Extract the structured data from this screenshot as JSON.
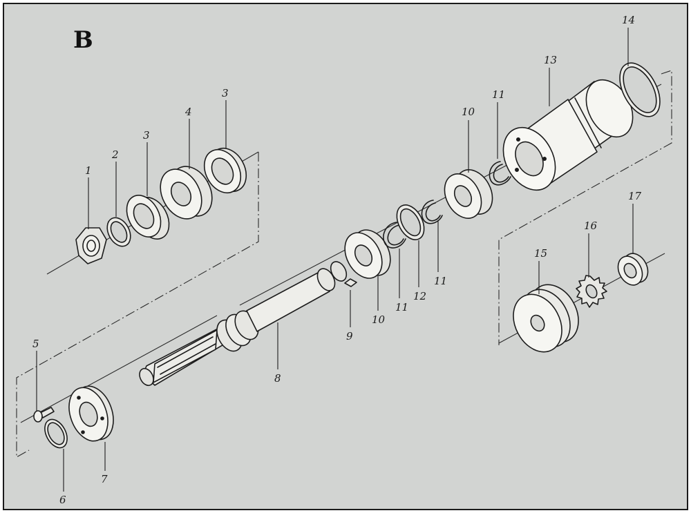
{
  "figure": {
    "label": "B",
    "callouts": [
      "1",
      "2",
      "3",
      "4",
      "3",
      "5",
      "6",
      "7",
      "8",
      "9",
      "10",
      "11",
      "12",
      "11",
      "10",
      "11",
      "13",
      "14",
      "15",
      "16",
      "17"
    ],
    "colors": {
      "background": "#d2d4d2",
      "part": "#eeeeea",
      "ink": "#1c1c1c"
    }
  }
}
